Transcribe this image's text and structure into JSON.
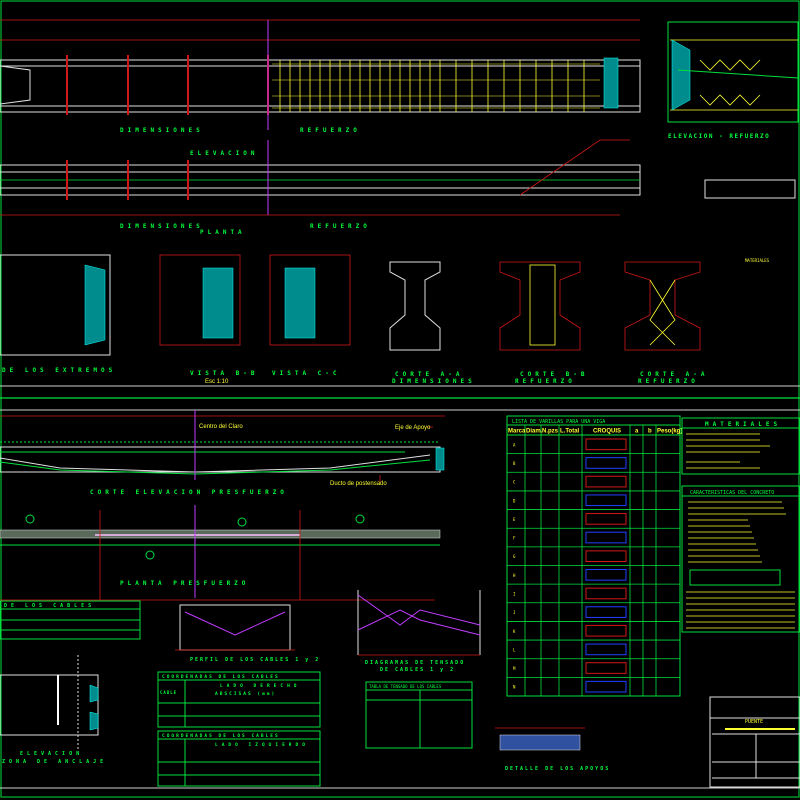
{
  "colors": {
    "background": "#000000",
    "frame": "#00e03c",
    "dimension": "#d01818",
    "text": "#ffff33",
    "concrete": "#e0e0e0",
    "centerline": "#c03cff",
    "hatch": "#008c8c"
  },
  "titles": {
    "dimensiones_1": "DIMENSIONES",
    "refuerzo_1": "REFUERZO",
    "elevacion": "ELEVACION",
    "dimensiones_2": "DIMENSIONES",
    "planta": "PLANTA",
    "refuerzo_2": "REFUERZO",
    "elevacion_refuerzo": "ELEVACION - REFUERZO",
    "extremos": "DE LOS EXTREMOS",
    "vista_b": "VISTA B-B",
    "vista_c": "VISTA C-C",
    "corte_a_dim": "CORTE A-A",
    "dimensiones_3": "DIMENSIONES",
    "corte_b_ref": "CORTE B-B",
    "refuerzo_3": "REFUERZO",
    "corte_a_ref": "CORTE A-A",
    "refuerzo_4": "REFUERZO",
    "corte_elevacion": "CORTE ELEVACION PRESFUERZO",
    "planta_presfuerzo": "PLANTA PRESFUERZO",
    "cables_table": "DE LOS CABLES",
    "perfil_cables": "PERFIL DE LOS CABLES 1 y 2",
    "diagramas": "DIAGRAMAS DE TENSADO",
    "diagramas_2": "DE CABLES 1 y 2",
    "coord_derecho": "COORDENADAS DE LOS CABLES",
    "lado_derecho": "LADO DERECHO",
    "coord_izquierdo": "COORDENADAS DE LOS CABLES",
    "lado_izquierdo": "LADO IZQUIERDO",
    "abscisas": "ABSCISAS (mm)",
    "cable": "CABLE",
    "elevacion_anclaje": "ELEVACION",
    "anclaje": "ZONA DE ANCLAJE",
    "lista_varillas": "LISTA DE VARILLAS PARA UNA VIGA",
    "materiales": "MATERIALES",
    "concreto": "CARACTERISTICAS DEL CONCRETO",
    "apoyos": "DETALLE DE LOS APOYOS",
    "tensado_table": "TABLA DE TENSADO DE LOS CABLES",
    "escala": "Esc 1:10"
  },
  "labels": {
    "eje_apoyo": "Eje de Apoyo",
    "centro_claro": "Centro del Claro",
    "ducto": "Ducto de postensado"
  },
  "rebar_table": {
    "headers": [
      "Marca",
      "Diam.",
      "N.pzs",
      "L.Total",
      "CROQUIS",
      "a",
      "b",
      "Peso(kg)"
    ],
    "row_marks": [
      "A",
      "B",
      "C",
      "D",
      "E",
      "F",
      "G",
      "H",
      "I",
      "J",
      "K",
      "L",
      "M",
      "N"
    ]
  },
  "title_block": {
    "project": "PUENTE"
  }
}
